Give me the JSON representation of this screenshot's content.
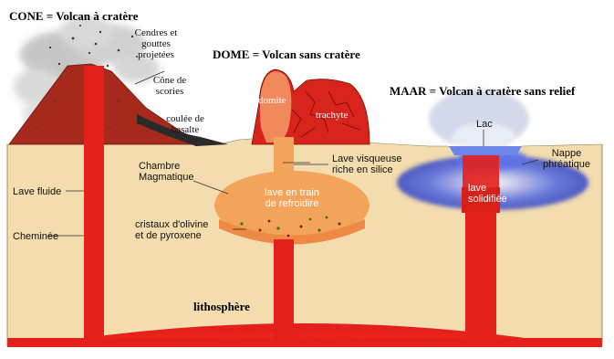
{
  "titles": {
    "cone": "CONE = Volcan à cratère",
    "dome": "DOME = Volcan sans cratère",
    "maar": "MAAR = Volcan à cratère sans relief"
  },
  "labels": {
    "cendres_1": "Cendres et",
    "cendres_2": "gouttes",
    "cendres_3": "projetées",
    "cone_scories_1": "Cône de",
    "cone_scories_2": "scories",
    "coulee_1": "coulée de",
    "coulee_2": "basalte",
    "lave_fluide": "Lave fluide",
    "cheminee": "Cheminée",
    "domite": "domite",
    "trachyte": "trachyte",
    "chambre_1": "Chambre",
    "chambre_2": "Magmatique",
    "lave_visqueuse_1": "Lave visqueuse",
    "lave_visqueuse_2": "riche en silice",
    "lave_train_1": "lave en train",
    "lave_train_2": "de refroidire",
    "cristaux_1": "cristaux d'olivine",
    "cristaux_2": "et de pyroxene",
    "lac": "Lac",
    "nappe_1": "Nappe",
    "nappe_2": "phréatique",
    "lave_solidifiee_1": "lave",
    "lave_solidifiee_2": "solidifiée",
    "lithosphere": "lithosphère",
    "magma": "MAGMA = asthénosphère"
  },
  "colors": {
    "ground": "#f3dcae",
    "lava": "#e3201b",
    "dome": "#d8231c",
    "domite": "#f08a5c",
    "chamber": "#f4a35a",
    "water": "#3d4fd1",
    "magma_label": "#e3201b",
    "sky": "#ffffff"
  }
}
